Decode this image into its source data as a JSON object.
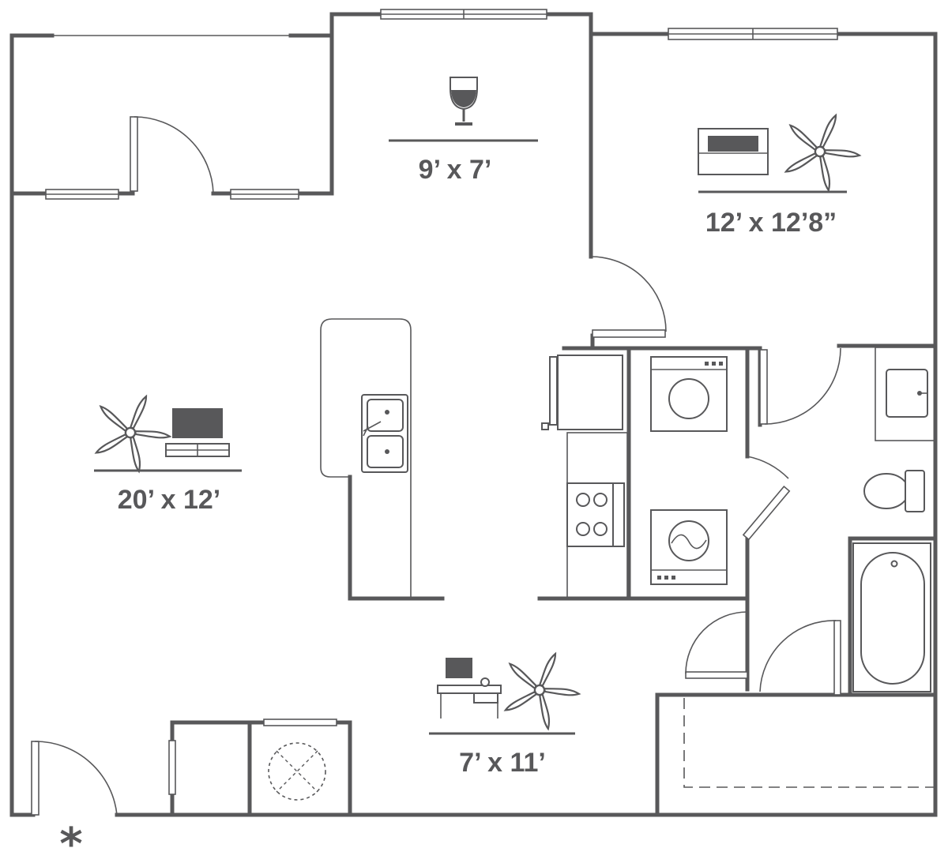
{
  "rooms": {
    "dining": {
      "dimensions": "9’ x 7’",
      "icon": "wine-glass-icon"
    },
    "bedroom": {
      "dimensions": "12’ x 12’8”",
      "icons": [
        "bed-icon",
        "ceiling-fan-icon"
      ]
    },
    "living": {
      "dimensions": "20’ x 12’",
      "icons": [
        "ceiling-fan-icon",
        "tv-icon"
      ]
    },
    "study": {
      "dimensions": "7’ x 11’",
      "icons": [
        "desk-icon",
        "ceiling-fan-icon"
      ]
    }
  },
  "entry_marker": "*",
  "colors": {
    "line": "#58585a",
    "background": "#ffffff"
  }
}
